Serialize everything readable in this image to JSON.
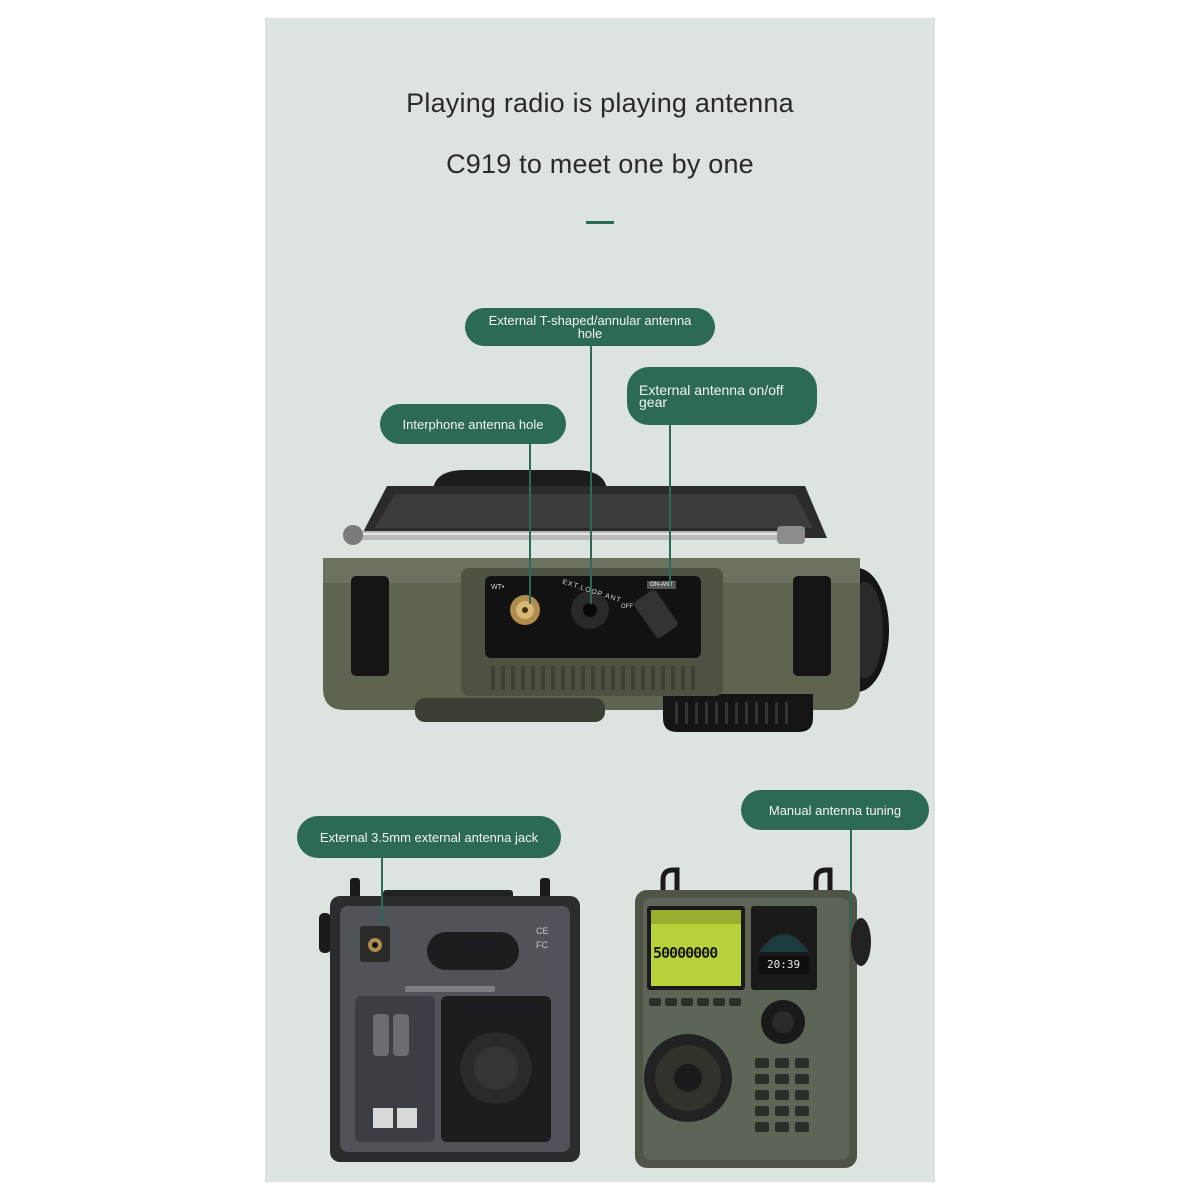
{
  "headline": {
    "line1": "Playing radio is playing antenna",
    "line2": "C919 to meet one by one"
  },
  "callouts": {
    "t_shaped": "External T-shaped/annular antenna hole",
    "onoff_line1": "External antenna on/off",
    "onoff_line2": "gear",
    "interphone": "Interphone antenna hole",
    "jack_3_5mm": "External 3.5mm external antenna jack",
    "manual_tuning": "Manual antenna tuning"
  },
  "device_markings": {
    "wt_label": "WT•",
    "ext_loop_ant": "EXT.LOOP ANT",
    "on_ant": "ON-ANT",
    "off": "OFF",
    "frequency_readout": "50000000",
    "clock_readout": "20:39",
    "cert_mark_fc": "FC",
    "cert_mark_ce": "CE"
  },
  "colors": {
    "panel_background": "#dde3df",
    "accent_green": "#2d6a55",
    "radio_body_olive": "#5d6450",
    "display_lime": "#b7d23c"
  }
}
